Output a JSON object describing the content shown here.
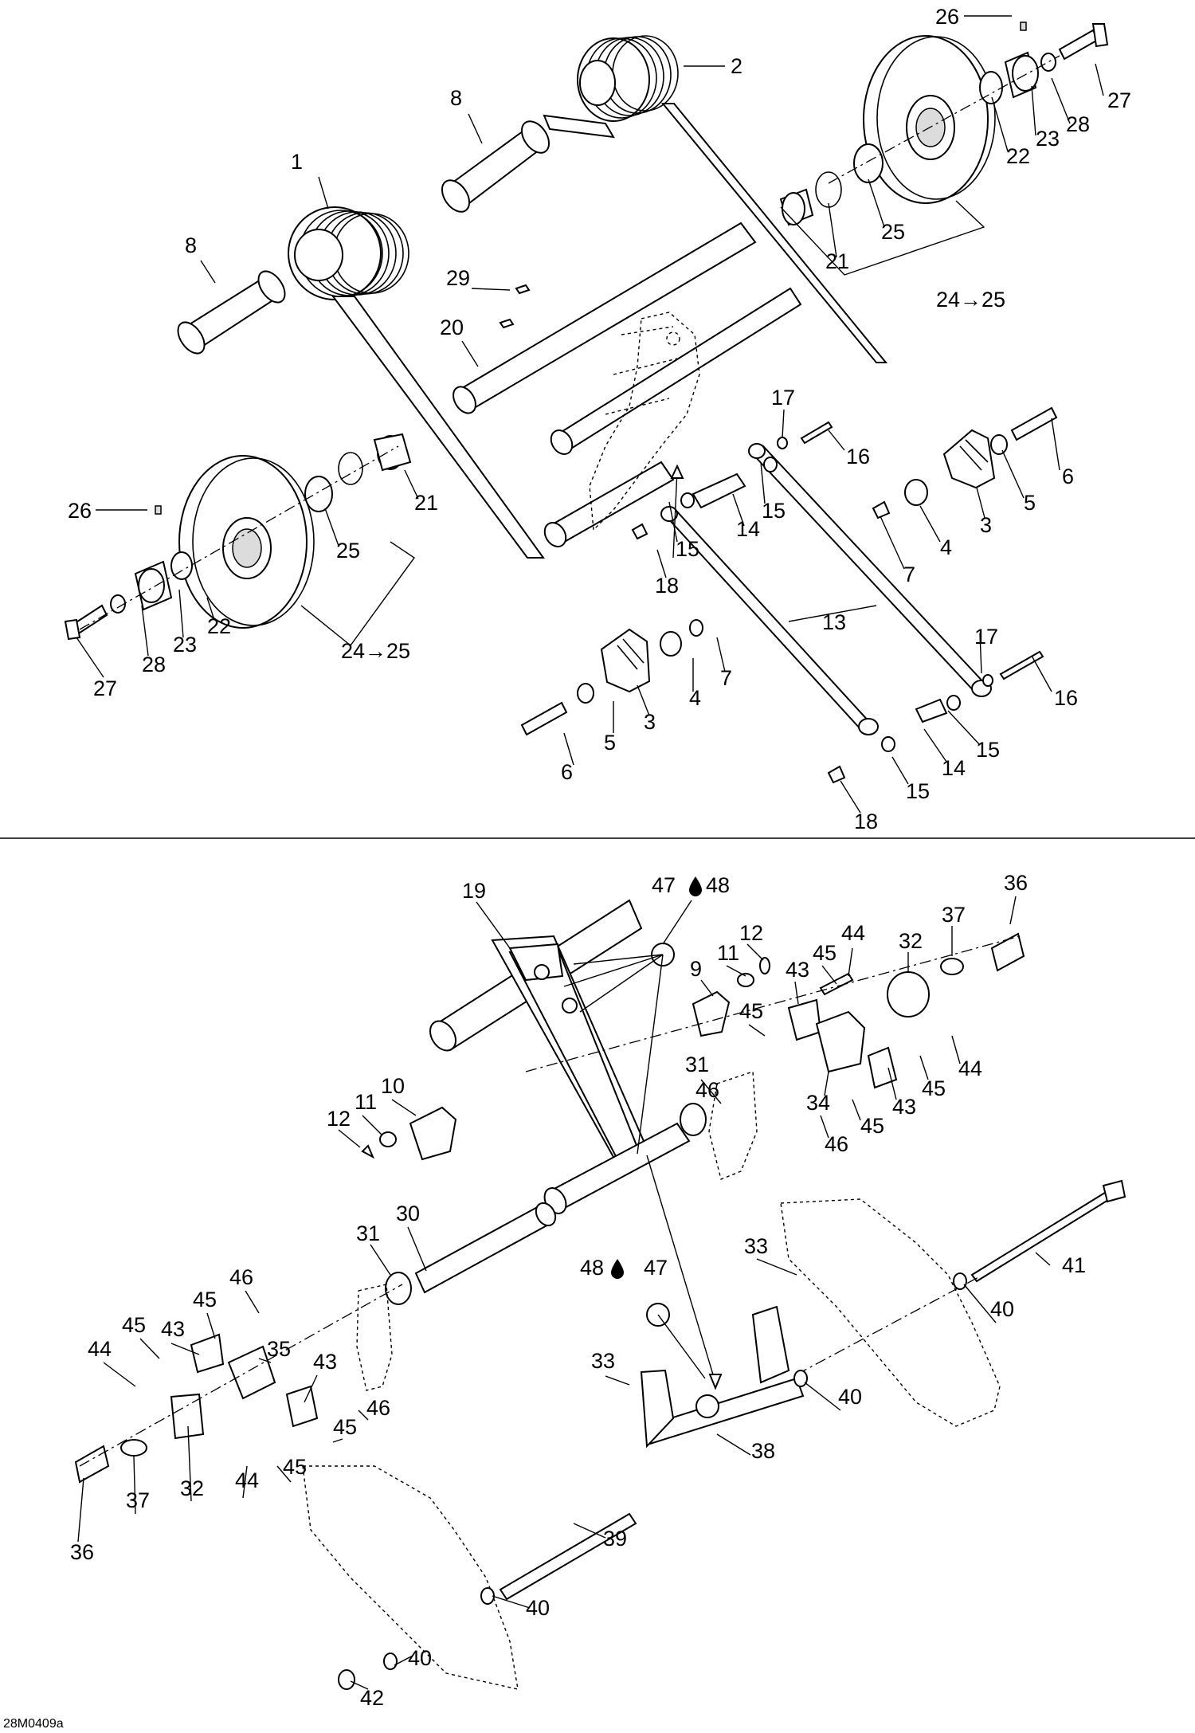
{
  "figure_code": "28M0409a",
  "upper_section": {
    "callouts": [
      {
        "label": "1"
      },
      {
        "label": "2"
      },
      {
        "label": "8"
      },
      {
        "label": "8"
      },
      {
        "label": "26"
      },
      {
        "label": "27"
      },
      {
        "label": "28"
      },
      {
        "label": "22"
      },
      {
        "label": "23"
      },
      {
        "label": "25"
      },
      {
        "label": "21"
      },
      {
        "label": "24→25"
      },
      {
        "label": "29"
      },
      {
        "label": "20"
      },
      {
        "label": "17"
      },
      {
        "label": "16"
      },
      {
        "label": "6"
      },
      {
        "label": "5"
      },
      {
        "label": "3"
      },
      {
        "label": "4"
      },
      {
        "label": "7"
      },
      {
        "label": "15"
      },
      {
        "label": "14"
      },
      {
        "label": "15"
      },
      {
        "label": "18"
      },
      {
        "label": "26"
      },
      {
        "label": "21"
      },
      {
        "label": "25"
      },
      {
        "label": "22"
      },
      {
        "label": "23"
      },
      {
        "label": "28"
      },
      {
        "label": "27"
      },
      {
        "label": "24→25"
      },
      {
        "label": "13"
      },
      {
        "label": "17"
      },
      {
        "label": "16"
      },
      {
        "label": "7"
      },
      {
        "label": "4"
      },
      {
        "label": "3"
      },
      {
        "label": "5"
      },
      {
        "label": "6"
      },
      {
        "label": "15"
      },
      {
        "label": "14"
      },
      {
        "label": "15"
      },
      {
        "label": "18"
      }
    ]
  },
  "lower_section": {
    "callouts": [
      {
        "label": "19"
      },
      {
        "label": "47"
      },
      {
        "label": "48"
      },
      {
        "label": "36"
      },
      {
        "label": "37"
      },
      {
        "label": "32"
      },
      {
        "label": "44"
      },
      {
        "label": "12"
      },
      {
        "label": "11"
      },
      {
        "label": "45"
      },
      {
        "label": "43"
      },
      {
        "label": "9"
      },
      {
        "label": "45"
      },
      {
        "label": "44"
      },
      {
        "label": "45"
      },
      {
        "label": "43"
      },
      {
        "label": "34"
      },
      {
        "label": "46"
      },
      {
        "label": "45"
      },
      {
        "label": "46"
      },
      {
        "label": "31"
      },
      {
        "label": "10"
      },
      {
        "label": "11"
      },
      {
        "label": "12"
      },
      {
        "label": "30"
      },
      {
        "label": "31"
      },
      {
        "label": "46"
      },
      {
        "label": "45"
      },
      {
        "label": "45"
      },
      {
        "label": "43"
      },
      {
        "label": "44"
      },
      {
        "label": "35"
      },
      {
        "label": "43"
      },
      {
        "label": "46"
      },
      {
        "label": "45"
      },
      {
        "label": "44"
      },
      {
        "label": "45"
      },
      {
        "label": "37"
      },
      {
        "label": "32"
      },
      {
        "label": "36"
      },
      {
        "label": "48"
      },
      {
        "label": "47"
      },
      {
        "label": "33"
      },
      {
        "label": "33"
      },
      {
        "label": "41"
      },
      {
        "label": "40"
      },
      {
        "label": "40"
      },
      {
        "label": "38"
      },
      {
        "label": "39"
      },
      {
        "label": "40"
      },
      {
        "label": "40"
      },
      {
        "label": "42"
      }
    ]
  },
  "icons": {
    "lubricant": "oil-drop-icon",
    "direction": "arrow-right-icon"
  }
}
